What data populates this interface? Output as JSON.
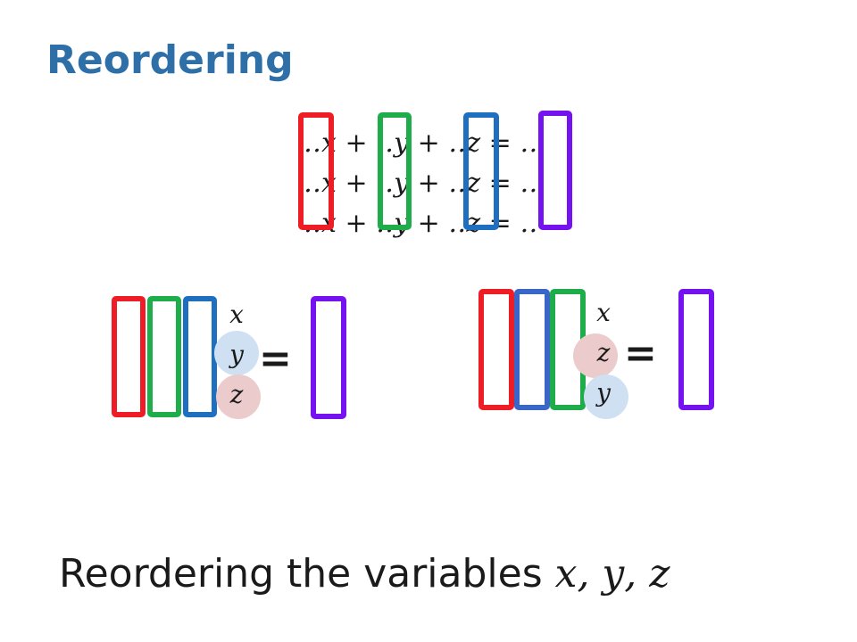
{
  "title": "Reordering",
  "equations": [
    "‥𝑥 + ‥𝑦 + ‥𝑧 = ‥",
    "‥𝑥 + ‥𝑦 + ‥𝑧 = ‥",
    "‥𝑥 + ‥𝑦 + ‥𝑧 = ‥"
  ],
  "left_matrix": {
    "variables": [
      "𝑥",
      "𝑦",
      "𝑧"
    ],
    "equals": "="
  },
  "right_matrix": {
    "variables": [
      "𝑥",
      "𝑧",
      "𝑦"
    ],
    "equals": "="
  },
  "caption": {
    "text": "Reordering the variables ",
    "vars": "𝑥, 𝑦, 𝑧"
  },
  "colors": {
    "title": "#2e6fa8",
    "red": "#ee1c25",
    "green": "#1fac4b",
    "blue": "#1f6fc0",
    "mid_blue": "#3a66c8",
    "purple": "#7413f0",
    "circle_blue": "#cfe0f3",
    "circle_pink": "#ebcbcb"
  }
}
